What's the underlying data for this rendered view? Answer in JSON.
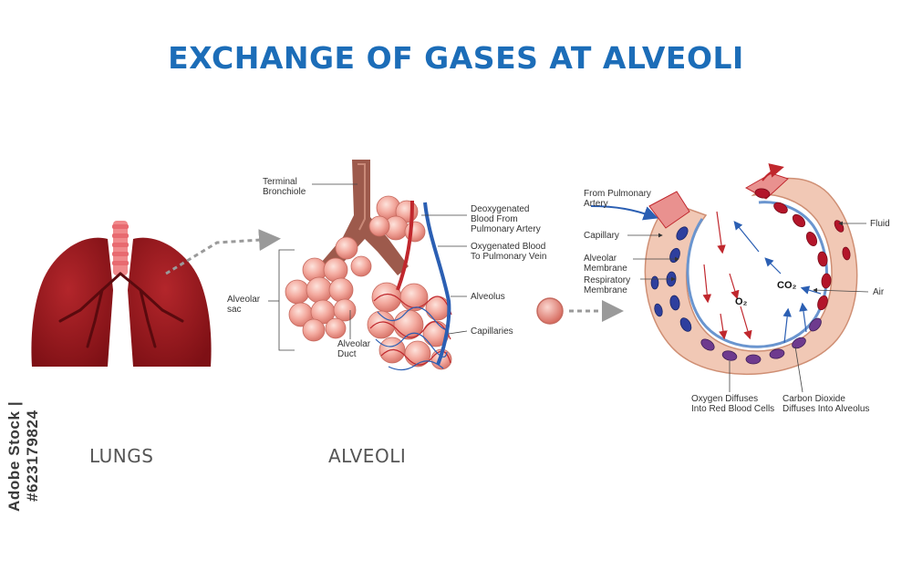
{
  "title": "EXCHANGE OF GASES AT ALVEOLI",
  "stock_id": "Adobe Stock | #623179824",
  "colors": {
    "title": "#1c6db8",
    "lung": "#9c1a1f",
    "vein_blue": "#2b5fb3",
    "artery_red": "#c0272d",
    "alveolus": "#f2aaa0"
  },
  "captions": {
    "lungs": "LUNGS",
    "alveoli": "ALVEOLI"
  },
  "alveoli_labels": {
    "terminal_bronchiole": [
      "Terminal",
      "Bronchiole"
    ],
    "alveolar_sac": [
      "Alveolar",
      "sac"
    ],
    "alveolar_duct": [
      "Alveolar",
      "Duct"
    ],
    "deoxygenated": [
      "Deoxygenated",
      "Blood From",
      "Pulmonary Artery"
    ],
    "oxygenated": [
      "Oxygenated Blood",
      "To Pulmonary Vein"
    ],
    "alveolus": "Alveolus",
    "capillaries": "Capillaries"
  },
  "exchange_labels": {
    "from_pulmonary_artery": [
      "From Pulmonary",
      "Artery"
    ],
    "capillary": "Capillary",
    "alveolar_membrane": [
      "Alveolar",
      "Membrane"
    ],
    "respiratory_membrane": [
      "Respiratory",
      "Membrane"
    ],
    "fluid": "Fluid",
    "air": "Air",
    "o2": "O₂",
    "co2": "CO₂",
    "oxygen_diffuses": [
      "Oxygen Diffuses",
      "Into Red Blood Cells"
    ],
    "co2_diffuses": [
      "Carbon Dioxide",
      "Diffuses Into Alveolus"
    ]
  },
  "icons": [
    "lungs-icon",
    "alveoli-cluster-icon",
    "alveolus-cross-section-icon",
    "dotted-arrow-icon"
  ]
}
